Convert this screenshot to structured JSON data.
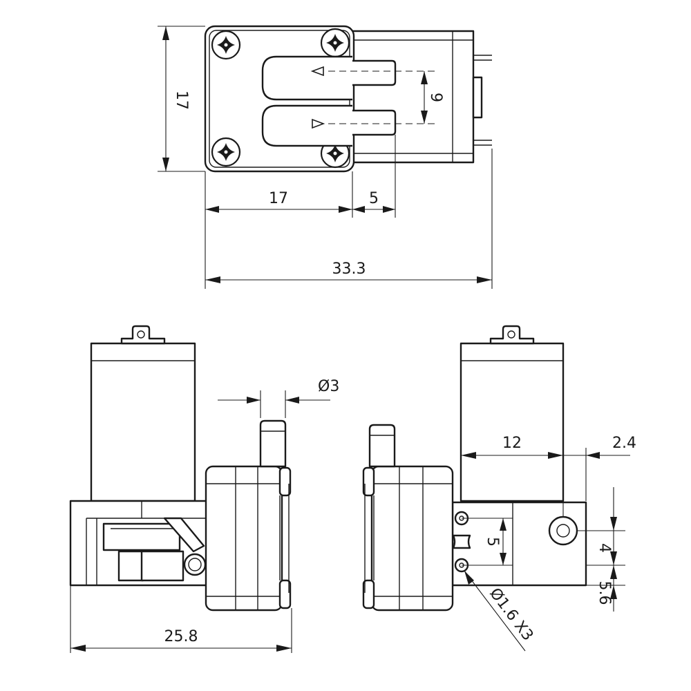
{
  "dimensions": {
    "top_height": "17",
    "top_width": "17",
    "top_port_offset": "5",
    "top_total_length": "33.3",
    "top_port_spacing": "9",
    "front_port_diameter": "Ø3",
    "front_total_width": "25.8",
    "side_motor_width": "12",
    "side_bracket_offset": "2.4",
    "side_hole_spacing": "5",
    "side_mount_spacing": "4",
    "side_bottom_offset": "5.6",
    "side_hole_callout": "Ø1.6 X3"
  },
  "colors": {
    "line": "#1a1a1a",
    "background": "#ffffff"
  }
}
